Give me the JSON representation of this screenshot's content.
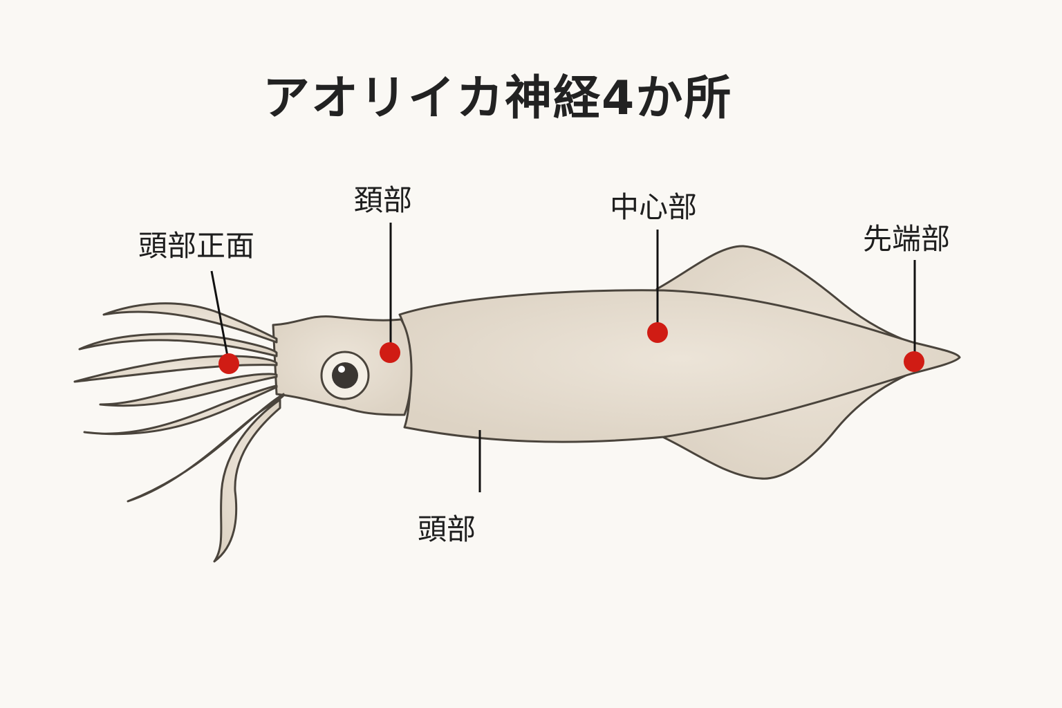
{
  "title": "アオリイカ神経4か所",
  "colors": {
    "background": "#faf8f4",
    "body_fill": "#e6ddd0",
    "outline": "#4a443c",
    "marker": "#d01c14",
    "leader_line": "#111111",
    "text": "#222222"
  },
  "labels": [
    {
      "id": "head-front",
      "text": "頭部正面",
      "marker": "red-dot",
      "position": "arms base"
    },
    {
      "id": "neck",
      "text": "頚部",
      "marker": "red-dot",
      "position": "behind eye"
    },
    {
      "id": "center",
      "text": "中心部",
      "marker": "red-dot",
      "position": "mantle center"
    },
    {
      "id": "tip",
      "text": "先端部",
      "marker": "red-dot",
      "position": "mantle tip"
    },
    {
      "id": "head-bottom",
      "text": "頭部",
      "marker": "none",
      "position": "below mantle"
    }
  ]
}
